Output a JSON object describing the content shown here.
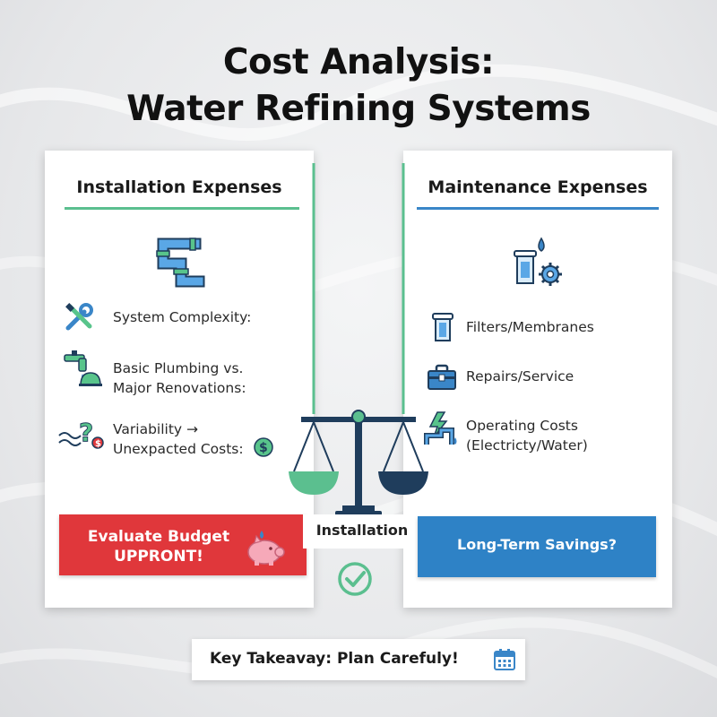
{
  "title": {
    "line1": "Cost Analysis:",
    "line2": "Water Refining Systems"
  },
  "left_card": {
    "heading": "Installation Expenses",
    "items": [
      {
        "text": "System Complexity:",
        "icon": "tools-icon"
      },
      {
        "text_line1": "Basic Plumbing vs.",
        "text_line2": "Major Renovations:",
        "icon": "faucet-hardhat-icon"
      },
      {
        "text_line1": "Variability →",
        "text_line2": "Unexpacted Costs:",
        "icon": "question-mark-icon"
      }
    ],
    "banner": {
      "line1": "Evaluate Budget",
      "line2": "UPPRONT!"
    }
  },
  "right_card": {
    "heading": "Maintenance Expenses",
    "items": [
      {
        "text": "Filters/Membranes",
        "icon": "filter-icon"
      },
      {
        "text": "Repairs/Service",
        "icon": "toolbox-icon"
      },
      {
        "text_line1": "Operating Costs",
        "text_line2": "(Electricty/Water)",
        "icon": "electric-water-icon"
      }
    ],
    "banner": {
      "label": "Long-Term Savings?"
    }
  },
  "scale": {
    "label": "Installation"
  },
  "takeaway": {
    "label": "Key Takeavay: Plan Carefuly!"
  },
  "colors": {
    "green": "#5bbf8f",
    "blue": "#3a86c8",
    "red": "#e0373b",
    "navy": "#1f3d5c"
  }
}
